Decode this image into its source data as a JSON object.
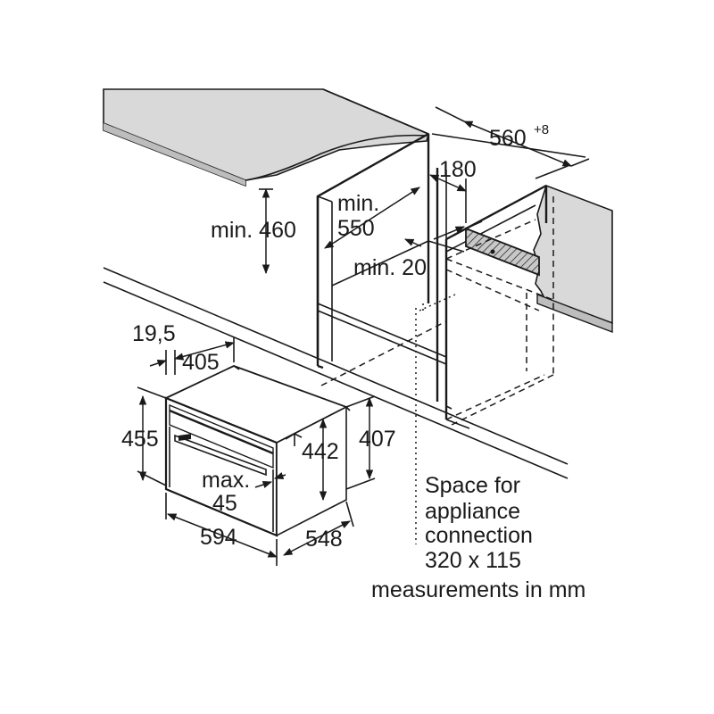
{
  "dimensions": {
    "cutout_width": "560",
    "cutout_width_tol": "+8",
    "niche_depth_180": "180",
    "min_460": "min. 460",
    "min_550_a": "min.",
    "min_550_b": "550",
    "min_20": "min. 20",
    "d_19_5": "19,5",
    "d_405": "405",
    "d_455": "455",
    "d_442": "442",
    "d_407": "407",
    "max_45_a": "max.",
    "max_45_b": "45",
    "d_594": "594",
    "d_548": "548"
  },
  "notes": {
    "space_line1": "Space for",
    "space_line2": "appliance",
    "space_line3": "connection",
    "space_line4": "320 x 115",
    "units": "measurements in mm"
  }
}
